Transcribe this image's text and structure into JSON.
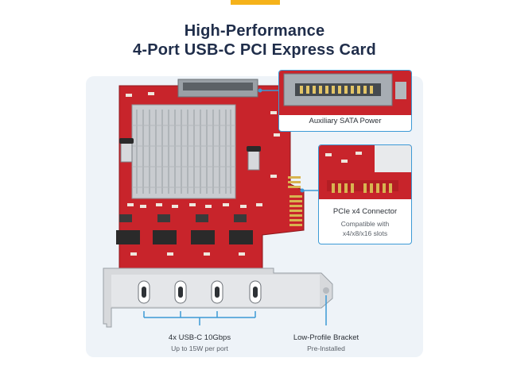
{
  "header": {
    "title_line1": "High-Performance",
    "title_line2": "4-Port USB-C PCI Express Card"
  },
  "callouts": {
    "sata": {
      "caption": "Auxiliary SATA Power"
    },
    "pcie": {
      "caption": "PCIe x4 Connector",
      "subcaption_line1": "Compatible with",
      "subcaption_line2": "x4/x8/x16 slots"
    }
  },
  "labels": {
    "usb": {
      "title": "4x USB-C 10Gbps",
      "subtitle": "Up to 15W per port"
    },
    "bracket": {
      "title": "Low-Profile Bracket",
      "subtitle": "Pre-Installed"
    }
  },
  "colors": {
    "title": "#1f2d4a",
    "accent": "#f5b21a",
    "callout_border": "#3c9ad6",
    "pcb": "#c8242b",
    "heatsink": "#c9ccd0",
    "gold": "#d8b450",
    "panel": "#eef3f8"
  }
}
